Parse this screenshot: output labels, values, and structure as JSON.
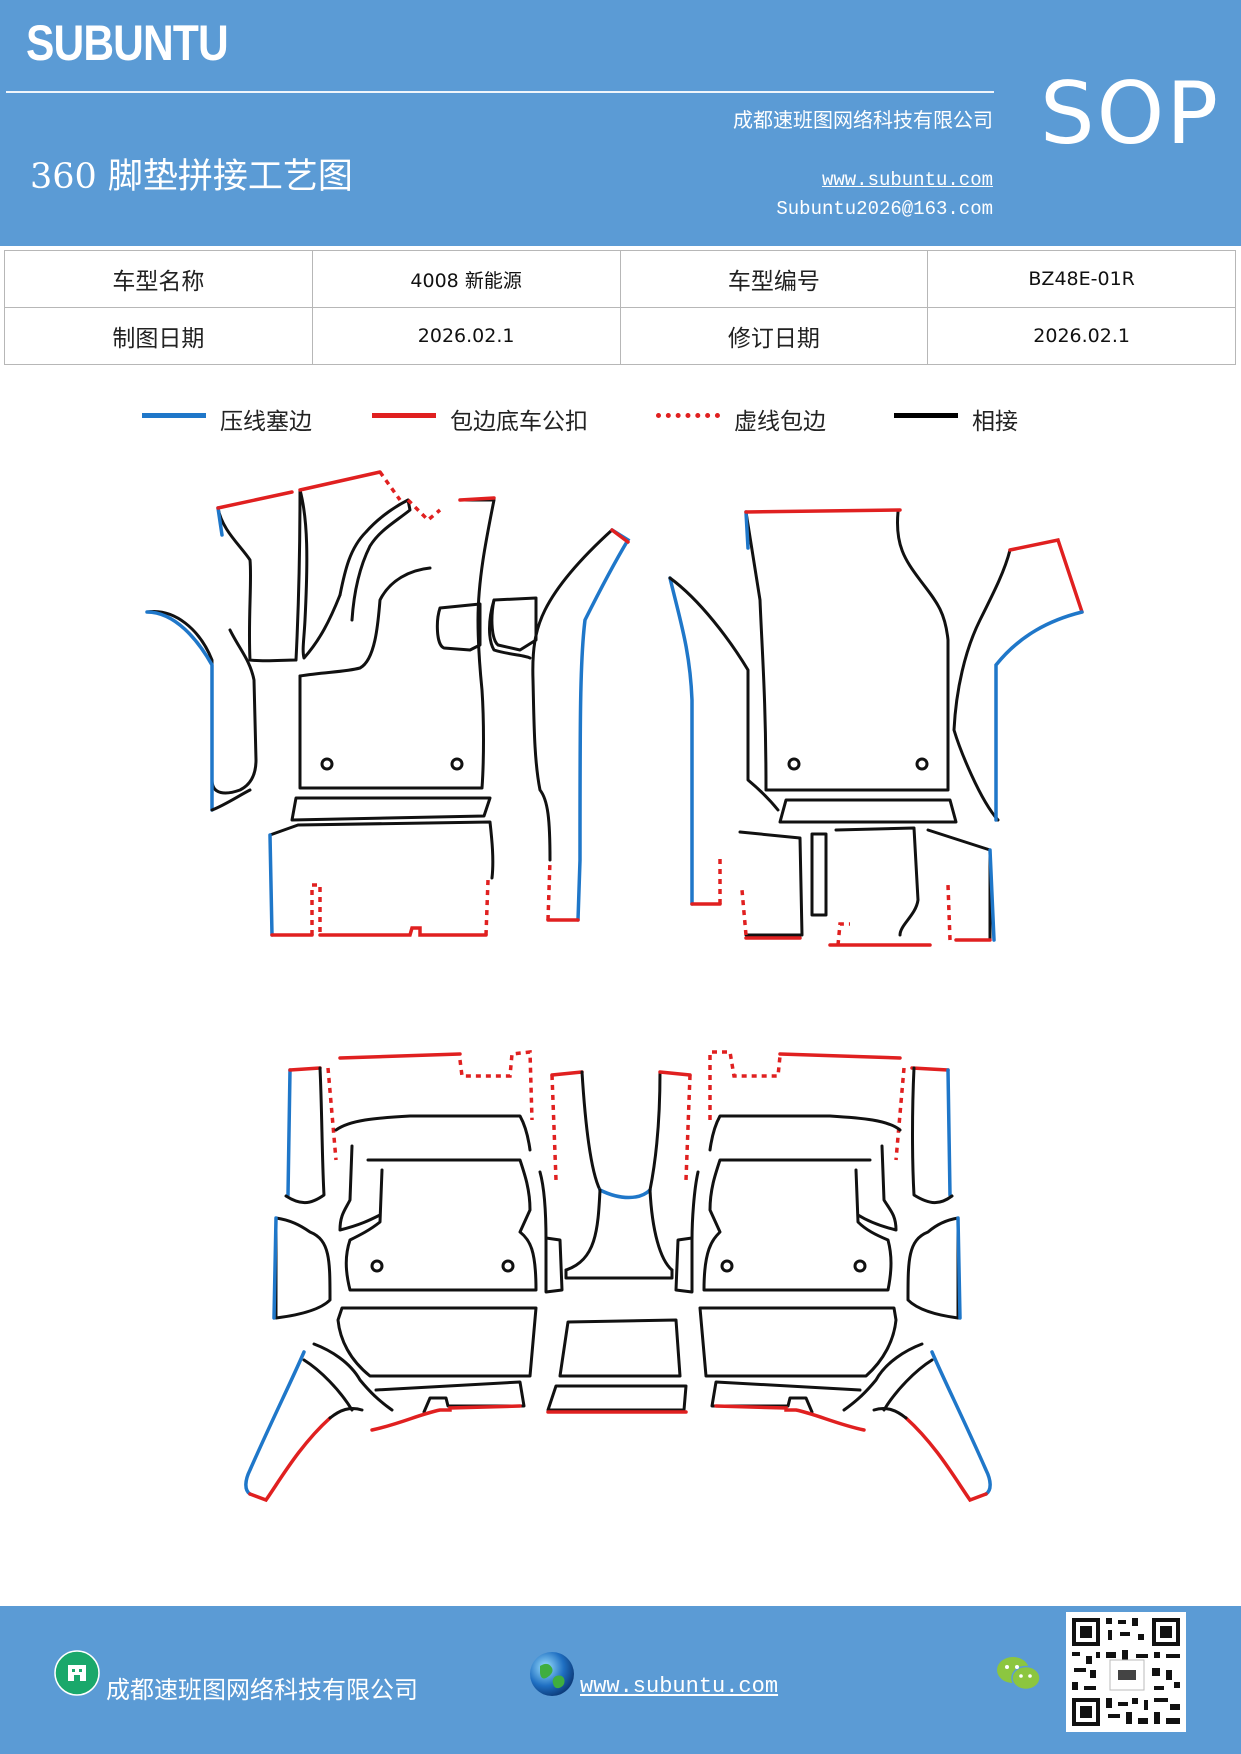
{
  "header": {
    "brand": "SUBUNTU",
    "company": "成都速班图网络科技有限公司",
    "title": "360 脚垫拼接工艺图",
    "website": "www.subuntu.com",
    "email": "Subuntu2026@163.com",
    "badge": "SOP"
  },
  "info": {
    "model_name_label": "车型名称",
    "model_name": "4008 新能源",
    "model_code_label": "车型编号",
    "model_code": "BZ48E-01R",
    "drawing_date_label": "制图日期",
    "drawing_date": "2026.02.1",
    "revision_date_label": "修订日期",
    "revision_date": "2026.02.1"
  },
  "legend": [
    {
      "label": "压线塞边",
      "color": "#1f77c9",
      "style": "solid"
    },
    {
      "label": "包边底车公扣",
      "color": "#e02020",
      "style": "solid"
    },
    {
      "label": "虚线包边",
      "color": "#e02020",
      "style": "dotted"
    },
    {
      "label": "相接",
      "color": "#000000",
      "style": "solid"
    }
  ],
  "colors": {
    "header_bg": "#5b9bd5",
    "blue_edge": "#1f77c9",
    "red_edge": "#e02020",
    "black_edge": "#111111"
  },
  "footer": {
    "company": "成都速班图网络科技有限公司",
    "website": "www.subuntu.com",
    "icons": [
      "company-icon",
      "globe-icon",
      "wechat-icon",
      "qr-code"
    ]
  }
}
